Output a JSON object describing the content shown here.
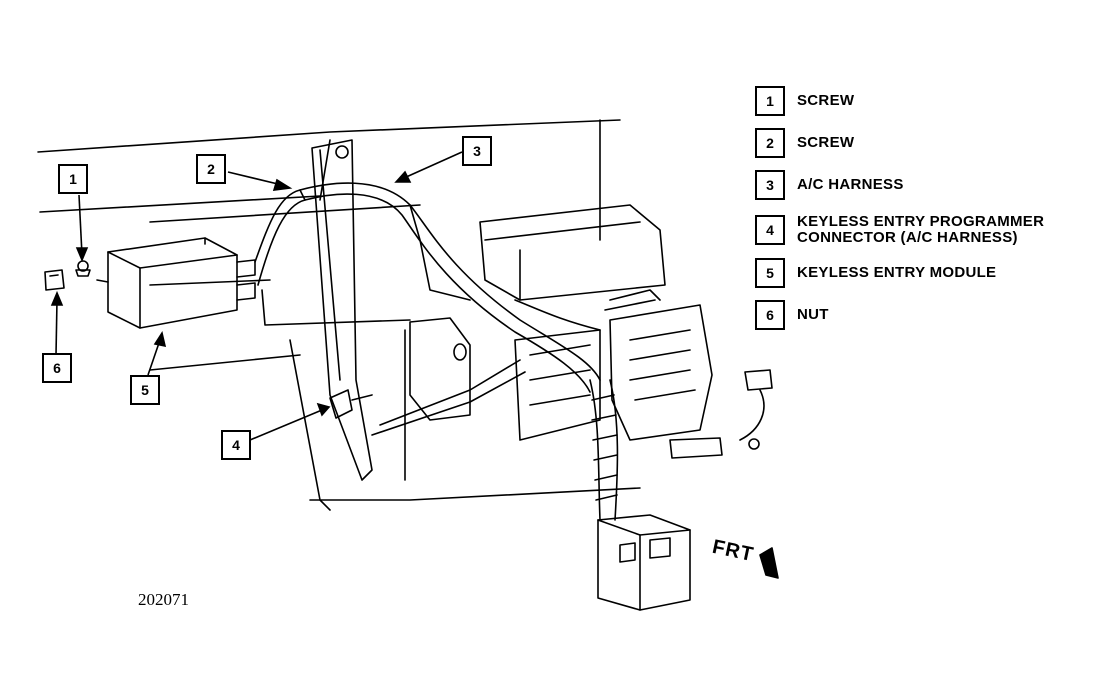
{
  "callouts": [
    {
      "id": "1",
      "label": "1"
    },
    {
      "id": "2",
      "label": "2"
    },
    {
      "id": "3",
      "label": "3"
    },
    {
      "id": "4",
      "label": "4"
    },
    {
      "id": "5",
      "label": "5"
    },
    {
      "id": "6",
      "label": "6"
    }
  ],
  "legend": [
    {
      "number": "1",
      "text": "SCREW"
    },
    {
      "number": "2",
      "text": "SCREW"
    },
    {
      "number": "3",
      "text": "A/C HARNESS"
    },
    {
      "number": "4",
      "text": "KEYLESS ENTRY PROGRAMMER\nCONNECTOR (A/C HARNESS)"
    },
    {
      "number": "5",
      "text": "KEYLESS ENTRY MODULE"
    },
    {
      "number": "6",
      "text": "NUT"
    }
  ],
  "figure_id": "202071",
  "direction_label": "FRT",
  "colors": {
    "ink": "#000000",
    "paper": "#ffffff"
  }
}
